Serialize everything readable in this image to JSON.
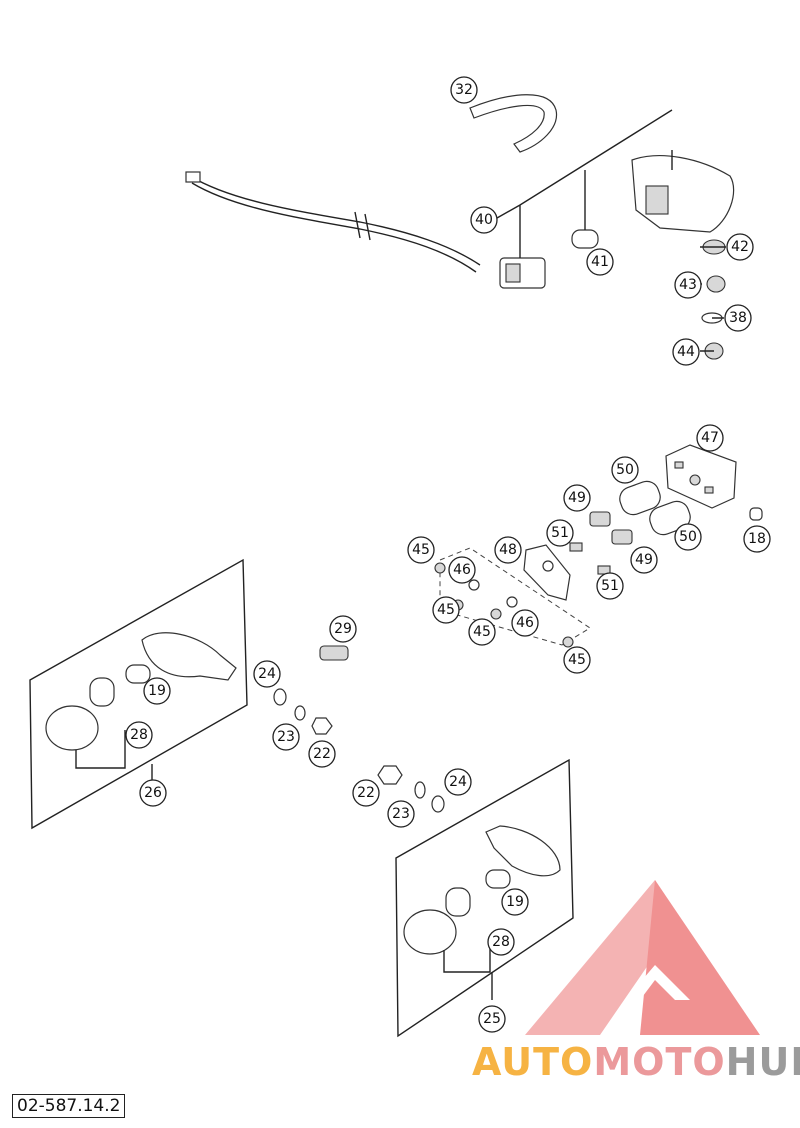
{
  "diagram": {
    "part_code": "02-587.14.2",
    "callouts": [
      "32",
      "40",
      "41",
      "42",
      "43",
      "38",
      "44",
      "47",
      "50",
      "49",
      "51",
      "48",
      "50",
      "49",
      "51",
      "45",
      "46",
      "45",
      "45",
      "46",
      "45",
      "18",
      "29",
      "24",
      "19",
      "23",
      "22",
      "28",
      "26",
      "22",
      "23",
      "24",
      "19",
      "28",
      "25"
    ],
    "watermark": {
      "part1": "AUTO",
      "part2": "MOTO",
      "part3": "HUB",
      "color1": "#f5a623",
      "color2": "#e8888a",
      "color3": "#8a8a8a",
      "logo_color": "#ef6f6f"
    }
  }
}
